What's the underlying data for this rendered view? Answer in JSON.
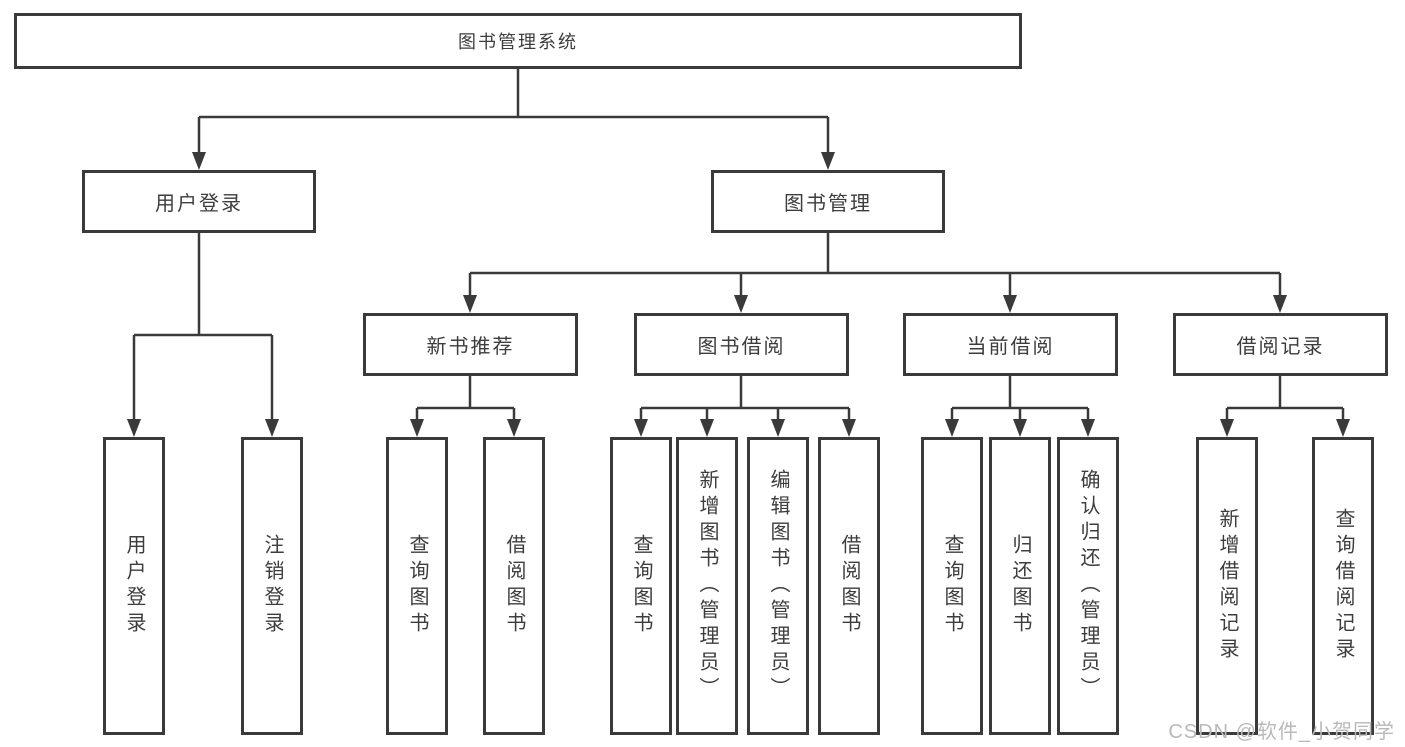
{
  "diagram": {
    "root_label": "图书管理系统",
    "user_login": {
      "label": "用户登录",
      "leaves": [
        "用户登录",
        "注销登录"
      ]
    },
    "book_management": {
      "label": "图书管理",
      "groups": [
        {
          "label": "新书推荐",
          "leaves": [
            "查询图书",
            "借阅图书"
          ]
        },
        {
          "label": "图书借阅",
          "leaves": [
            "查询图书",
            "新增图书（管理员）",
            "编辑图书（管理员）",
            "借阅图书"
          ]
        },
        {
          "label": "当前借阅",
          "leaves": [
            "查询图书",
            "归还图书",
            "确认归还（管理员）"
          ]
        },
        {
          "label": "借阅记录",
          "leaves": [
            "新增借阅记录",
            "查询借阅记录"
          ]
        }
      ]
    }
  },
  "watermark": {
    "text": "CSDN @软件_小贺同学"
  },
  "colors": {
    "line": "#3a3a3a",
    "box_border": "#3a3a3a",
    "text": "#3d3d3d",
    "watermark": "#b9b9b9",
    "background": "#ffffff"
  }
}
